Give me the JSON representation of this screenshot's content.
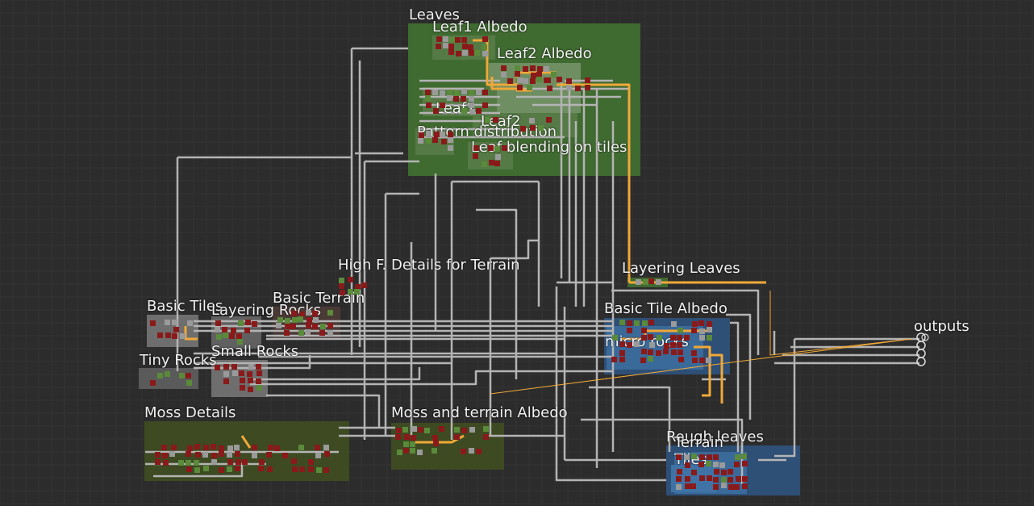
{
  "frames": {
    "leaves": {
      "title": "Leaves"
    },
    "leaf1_albedo": {
      "title": "Leaf1 Albedo"
    },
    "leaf2_albedo": {
      "title": "Leaf2 Albedo"
    },
    "leaf1": {
      "title": "Leaf1"
    },
    "leaf2": {
      "title": "Leaf2"
    },
    "pattern_distribution": {
      "title": "Pattern distribution"
    },
    "leaf_blending": {
      "title": "Leaf blending  on tiles"
    },
    "high_f_details": {
      "title": "High F. Details for Terrain"
    },
    "layering_leaves": {
      "title": "Layering Leaves"
    },
    "basic_tiles": {
      "title": "Basic Tiles"
    },
    "layering_rocks": {
      "title": "Layering Rocks"
    },
    "basic_terrain": {
      "title": "Basic Terrain"
    },
    "basic_tile_albedo": {
      "title": "Basic Tile Albedo"
    },
    "micro_rocks": {
      "title": "micro rocks"
    },
    "tiny_rocks": {
      "title": "Tiny Rocks"
    },
    "small_rocks": {
      "title": "Small Rocks"
    },
    "moss_details": {
      "title": "Moss Details"
    },
    "moss_terrain_albedo": {
      "title": "Moss and terrain Albedo"
    },
    "rough_leaves": {
      "title": "Rough leaves"
    },
    "terrain": {
      "title": "Terrain"
    },
    "tiles": {
      "title": "Tiles"
    },
    "outputs": {
      "title": "outputs"
    }
  },
  "colors": {
    "background": "#2c2c2c",
    "grid": "#333333",
    "wire_gray": "#b4b4b4",
    "wire_orange": "#f0a838",
    "node_red": "#8a1a1a",
    "node_green": "#5a8a3a",
    "node_gray": "#9a9a9a",
    "frame_green": "#3f6a30",
    "frame_light_green": "#6a8e58",
    "frame_gray": "#6e6e6e",
    "frame_moss": "#3d4a22",
    "frame_blue": "#2e4f76"
  }
}
